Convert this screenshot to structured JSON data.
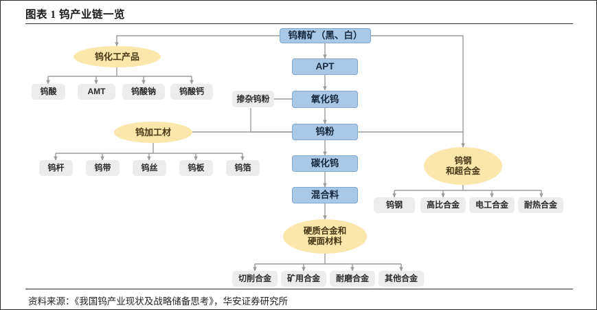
{
  "header": {
    "title": "图表 1 钨产业链一览"
  },
  "footer": {
    "source": "资料来源：《我国钨产业现状及战略储备思考》，华安证券研究所"
  },
  "colors": {
    "process_box": "#a9c8e6",
    "process_box_border": "#7ea8ce",
    "product_ellipse": "#fbe6ac",
    "leaf_box": "#ececec",
    "connector": "#9a9a9a",
    "frame_border": "#2b2b2b"
  },
  "chart_data": {
    "type": "diagram",
    "title": "图表 1 钨产业链一览",
    "nodes": [
      {
        "id": "n_concentrate",
        "label": "钨精矿（黑、白）",
        "shape": "box",
        "style": "process"
      },
      {
        "id": "n_apt",
        "label": "APT",
        "shape": "box",
        "style": "process"
      },
      {
        "id": "n_oxide",
        "label": "氧化钨",
        "shape": "box",
        "style": "process"
      },
      {
        "id": "n_doped",
        "label": "掺杂钨粉",
        "shape": "box",
        "style": "leaf"
      },
      {
        "id": "n_powder",
        "label": "钨粉",
        "shape": "box",
        "style": "process"
      },
      {
        "id": "n_carbide",
        "label": "碳化钨",
        "shape": "box",
        "style": "process"
      },
      {
        "id": "n_mixture",
        "label": "混合料",
        "shape": "box",
        "style": "process"
      },
      {
        "id": "n_chem",
        "label": "钨化工产品",
        "shape": "ellipse",
        "style": "product"
      },
      {
        "id": "n_chem_1",
        "label": "钨酸",
        "shape": "box",
        "style": "leaf"
      },
      {
        "id": "n_chem_2",
        "label": "AMT",
        "shape": "box",
        "style": "leaf"
      },
      {
        "id": "n_chem_3",
        "label": "钨酸钠",
        "shape": "box",
        "style": "leaf"
      },
      {
        "id": "n_chem_4",
        "label": "钨酸钙",
        "shape": "box",
        "style": "leaf"
      },
      {
        "id": "n_wrought",
        "label": "钨加工材",
        "shape": "ellipse",
        "style": "product"
      },
      {
        "id": "n_wrought_1",
        "label": "钨杆",
        "shape": "box",
        "style": "leaf"
      },
      {
        "id": "n_wrought_2",
        "label": "钨带",
        "shape": "box",
        "style": "leaf"
      },
      {
        "id": "n_wrought_3",
        "label": "钨丝",
        "shape": "box",
        "style": "leaf"
      },
      {
        "id": "n_wrought_4",
        "label": "钨板",
        "shape": "box",
        "style": "leaf"
      },
      {
        "id": "n_wrought_5",
        "label": "钨箔",
        "shape": "box",
        "style": "leaf"
      },
      {
        "id": "n_cemented",
        "label": "硬质合金和\n硬面材料",
        "shape": "ellipse",
        "style": "product"
      },
      {
        "id": "n_cem_1",
        "label": "切削合金",
        "shape": "box",
        "style": "leaf"
      },
      {
        "id": "n_cem_2",
        "label": "矿用合金",
        "shape": "box",
        "style": "leaf"
      },
      {
        "id": "n_cem_3",
        "label": "耐磨合金",
        "shape": "box",
        "style": "leaf"
      },
      {
        "id": "n_cem_4",
        "label": "其他合金",
        "shape": "box",
        "style": "leaf"
      },
      {
        "id": "n_steel",
        "label": "钨钢\n和超合金",
        "shape": "ellipse",
        "style": "product"
      },
      {
        "id": "n_steel_1",
        "label": "钨钢",
        "shape": "box",
        "style": "leaf"
      },
      {
        "id": "n_steel_2",
        "label": "高比合金",
        "shape": "box",
        "style": "leaf"
      },
      {
        "id": "n_steel_3",
        "label": "电工合金",
        "shape": "box",
        "style": "leaf"
      },
      {
        "id": "n_steel_4",
        "label": "耐热合金",
        "shape": "box",
        "style": "leaf"
      }
    ],
    "edges": [
      {
        "from": "n_concentrate",
        "to": "n_apt"
      },
      {
        "from": "n_concentrate",
        "to": "n_chem"
      },
      {
        "from": "n_concentrate",
        "to": "n_steel"
      },
      {
        "from": "n_apt",
        "to": "n_oxide"
      },
      {
        "from": "n_doped",
        "to": "n_oxide"
      },
      {
        "from": "n_doped",
        "to": "n_powder"
      },
      {
        "from": "n_oxide",
        "to": "n_powder"
      },
      {
        "from": "n_powder",
        "to": "n_carbide"
      },
      {
        "from": "n_powder",
        "to": "n_wrought"
      },
      {
        "from": "n_powder",
        "to": "n_steel"
      },
      {
        "from": "n_carbide",
        "to": "n_mixture"
      },
      {
        "from": "n_mixture",
        "to": "n_cemented"
      },
      {
        "from": "n_chem",
        "to": "n_chem_1"
      },
      {
        "from": "n_chem",
        "to": "n_chem_2"
      },
      {
        "from": "n_chem",
        "to": "n_chem_3"
      },
      {
        "from": "n_chem",
        "to": "n_chem_4"
      },
      {
        "from": "n_wrought",
        "to": "n_wrought_1"
      },
      {
        "from": "n_wrought",
        "to": "n_wrought_2"
      },
      {
        "from": "n_wrought",
        "to": "n_wrought_3"
      },
      {
        "from": "n_wrought",
        "to": "n_wrought_4"
      },
      {
        "from": "n_wrought",
        "to": "n_wrought_5"
      },
      {
        "from": "n_cemented",
        "to": "n_cem_1"
      },
      {
        "from": "n_cemented",
        "to": "n_cem_2"
      },
      {
        "from": "n_cemented",
        "to": "n_cem_3"
      },
      {
        "from": "n_cemented",
        "to": "n_cem_4"
      },
      {
        "from": "n_steel",
        "to": "n_steel_1"
      },
      {
        "from": "n_steel",
        "to": "n_steel_2"
      },
      {
        "from": "n_steel",
        "to": "n_steel_3"
      },
      {
        "from": "n_steel",
        "to": "n_steel_4"
      }
    ]
  },
  "nodes": {
    "n_concentrate": "钨精矿（黑、白）",
    "n_apt": "APT",
    "n_oxide": "氧化钨",
    "n_doped": "掺杂钨粉",
    "n_powder": "钨粉",
    "n_carbide": "碳化钨",
    "n_mixture": "混合料",
    "n_chem": "钨化工产品",
    "n_chem_1": "钨酸",
    "n_chem_2": "AMT",
    "n_chem_3": "钨酸钠",
    "n_chem_4": "钨酸钙",
    "n_wrought": "钨加工材",
    "n_wrought_1": "钨杆",
    "n_wrought_2": "钨带",
    "n_wrought_3": "钨丝",
    "n_wrought_4": "钨板",
    "n_wrought_5": "钨箔",
    "n_cemented_line1": "硬质合金和",
    "n_cemented_line2": "硬面材料",
    "n_cem_1": "切削合金",
    "n_cem_2": "矿用合金",
    "n_cem_3": "耐磨合金",
    "n_cem_4": "其他合金",
    "n_steel_line1": "钨钢",
    "n_steel_line2": "和超合金",
    "n_steel_1": "钨钢",
    "n_steel_2": "高比合金",
    "n_steel_3": "电工合金",
    "n_steel_4": "耐热合金"
  }
}
